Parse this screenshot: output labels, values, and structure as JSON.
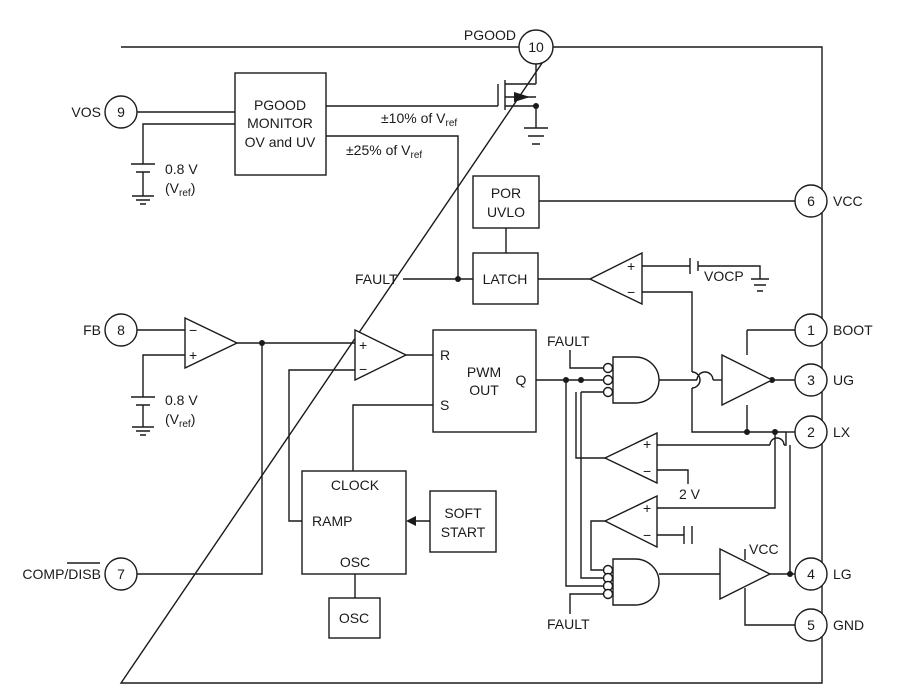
{
  "pins": {
    "pgood": {
      "num": "10",
      "label": "PGOOD"
    },
    "vos": {
      "num": "9",
      "label": "VOS"
    },
    "vcc": {
      "num": "6",
      "label": "VCC"
    },
    "fb": {
      "num": "8",
      "label": "FB"
    },
    "boot": {
      "num": "1",
      "label": "BOOT"
    },
    "ug": {
      "num": "3",
      "label": "UG"
    },
    "lx": {
      "num": "2",
      "label": "LX"
    },
    "comp": {
      "num": "7",
      "label": "COMP/DISB"
    },
    "lg": {
      "num": "4",
      "label": "LG"
    },
    "gnd": {
      "num": "5",
      "label": "GND"
    }
  },
  "blocks": {
    "pgood_monitor": [
      "PGOOD",
      "MONITOR",
      "OV and UV"
    ],
    "por_uvlo": [
      "POR",
      "UVLO"
    ],
    "latch": "LATCH",
    "pwm_out": [
      "PWM",
      "OUT"
    ],
    "pwm_pins": {
      "r": "R",
      "s": "S",
      "q": "Q"
    },
    "clock_ramp": {
      "clock": "CLOCK",
      "ramp": "RAMP",
      "osc": "OSC"
    },
    "osc": "OSC",
    "soft_start": [
      "SOFT",
      "START"
    ]
  },
  "labels": {
    "pm10": "±10% of V",
    "pm25": "±25% of V",
    "ref_sub": "ref",
    "vref_val": "0.8 V",
    "vref_name": "V",
    "fault": "FAULT",
    "vocp": "VOCP",
    "two_v": "2 V",
    "vcc_lg": "VCC",
    "plus": "+",
    "minus": "−"
  }
}
